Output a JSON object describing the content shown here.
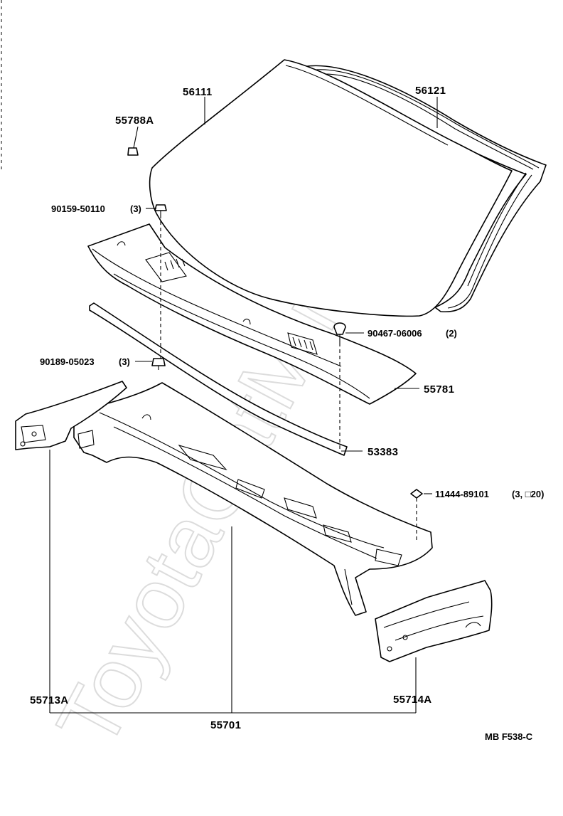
{
  "watermark": "ToyotaCatMine.ru",
  "diagram_code": "MB F538-C",
  "parts": {
    "glass": "56111",
    "moulding": "56121",
    "clip_top": "55788A",
    "screw_a": "90159-50110",
    "screw_a_qty": "(3)",
    "screw_b": "90189-05023",
    "screw_b_qty": "(3)",
    "fastener": "90467-06006",
    "fastener_qty": "(2)",
    "cowl_louver": "55781",
    "seal": "53383",
    "nut": "11444-89101",
    "nut_qty": "(3, □20)",
    "cowl_panel": "55701",
    "bracket_left": "55713A",
    "bracket_right": "55714A"
  }
}
